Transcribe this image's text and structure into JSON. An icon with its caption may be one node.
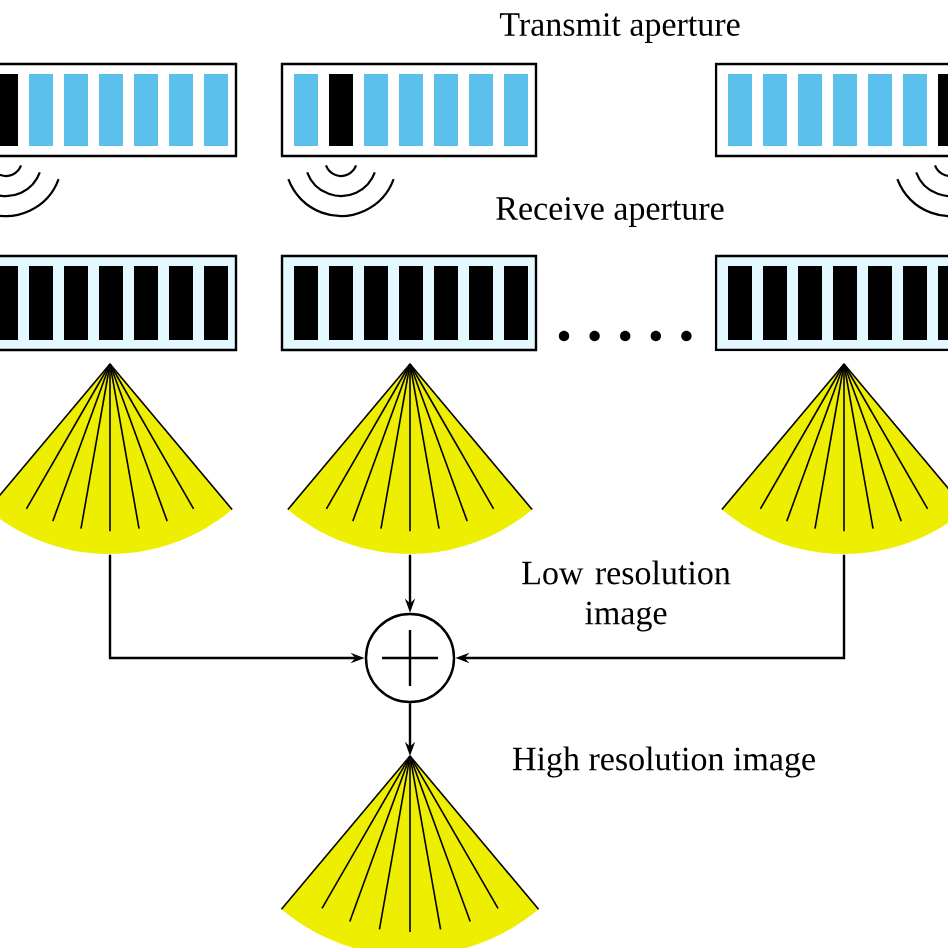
{
  "diagram": {
    "nodes": [
      {
        "text": [],
        "shape": "sector"
      },
      {
        "text": [],
        "shape": "sector"
      },
      {
        "text": [],
        "shape": "sector"
      },
      {
        "text": [],
        "shape": "sector"
      },
      {
        "text": [],
        "shape": "circle"
      }
    ],
    "edges": [
      {
        "from": 0,
        "to": 4,
        "arrow": "to"
      },
      {
        "from": 1,
        "to": 4,
        "arrow": "to"
      },
      {
        "from": 2,
        "to": 4,
        "arrow": "to"
      },
      {
        "from": 4,
        "to": 3,
        "arrow": "to"
      }
    ],
    "labels": [
      "Transmit aperture",
      "Receive aperture",
      "Low resolution image",
      "High resolution image"
    ]
  }
}
